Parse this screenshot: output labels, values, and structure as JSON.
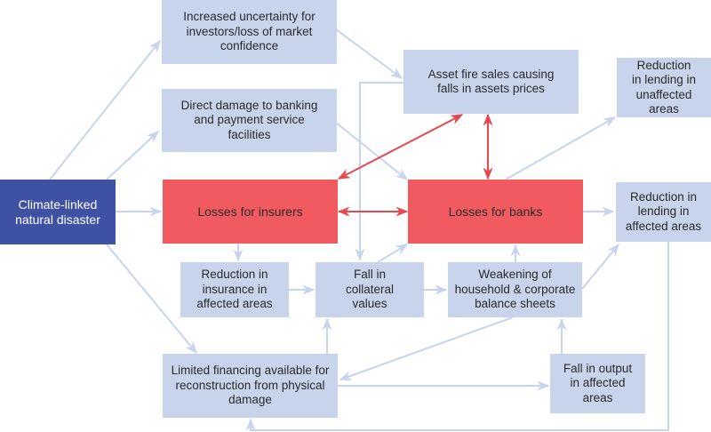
{
  "diagram": {
    "colors": {
      "source_node": "#3f51a3",
      "loss_node": "#f15b60",
      "effect_node": "#c7d4ec",
      "effect_arrow": "#c7d4ec",
      "feedback_arrow": "#e8474d"
    },
    "nodes": {
      "climate": "Climate-linked natural disaster",
      "uncertainty": "Increased uncertainty for investors/loss of market confidence",
      "direct_damage": "Direct damage to banking and payment service facilities",
      "asset_fire_sales": "Asset fire sales causing falls in assets prices",
      "lending_unaffected": "Reduction in lending in unaffected areas",
      "losses_insurers": "Losses for insurers",
      "losses_banks": "Losses for banks",
      "lending_affected": "Reduction in lending in affected areas",
      "insurance_reduction": "Reduction in insurance in affected areas",
      "collateral": "Fall in collateral values",
      "weakening": "Weakening of household & corporate balance sheets",
      "limited_financing": "Limited financing available for reconstruction from physical damage",
      "fall_output": "Fall in output in affected areas"
    },
    "edges": [
      {
        "from": "climate",
        "to": "uncertainty",
        "type": "effect"
      },
      {
        "from": "climate",
        "to": "direct_damage",
        "type": "effect"
      },
      {
        "from": "climate",
        "to": "losses_insurers",
        "type": "effect"
      },
      {
        "from": "climate",
        "to": "limited_financing",
        "type": "effect"
      },
      {
        "from": "uncertainty",
        "to": "asset_fire_sales",
        "type": "effect"
      },
      {
        "from": "direct_damage",
        "to": "losses_banks",
        "type": "effect"
      },
      {
        "from": "asset_fire_sales",
        "to": "collateral",
        "type": "effect"
      },
      {
        "from": "losses_insurers",
        "to": "asset_fire_sales",
        "type": "feedback"
      },
      {
        "from": "losses_insurers",
        "to": "losses_banks",
        "type": "feedback"
      },
      {
        "from": "losses_banks",
        "to": "asset_fire_sales",
        "type": "feedback"
      },
      {
        "from": "losses_banks",
        "to": "lending_unaffected",
        "type": "effect"
      },
      {
        "from": "losses_banks",
        "to": "lending_affected",
        "type": "effect"
      },
      {
        "from": "losses_insurers",
        "to": "insurance_reduction",
        "type": "effect"
      },
      {
        "from": "insurance_reduction",
        "to": "collateral",
        "type": "effect"
      },
      {
        "from": "collateral",
        "to": "losses_banks",
        "type": "effect"
      },
      {
        "from": "collateral",
        "to": "weakening",
        "type": "effect"
      },
      {
        "from": "weakening",
        "to": "losses_banks",
        "type": "effect"
      },
      {
        "from": "weakening",
        "to": "lending_affected",
        "type": "effect"
      },
      {
        "from": "weakening",
        "to": "limited_financing",
        "type": "effect"
      },
      {
        "from": "limited_financing",
        "to": "collateral",
        "type": "effect"
      },
      {
        "from": "limited_financing",
        "to": "fall_output",
        "type": "effect"
      },
      {
        "from": "fall_output",
        "to": "weakening",
        "type": "effect"
      },
      {
        "from": "lending_affected",
        "to": "limited_financing",
        "type": "effect"
      }
    ]
  }
}
